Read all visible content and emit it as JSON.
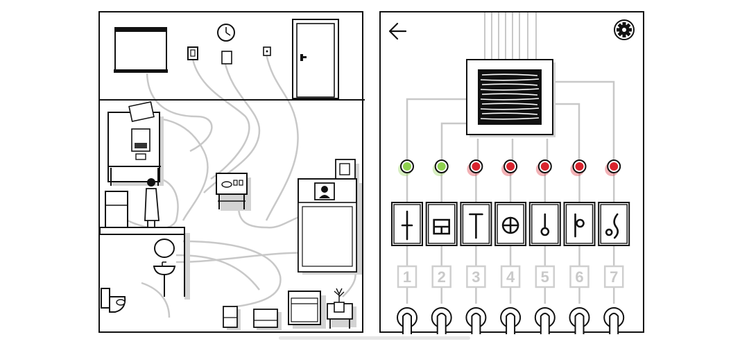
{
  "colors": {
    "ink": "#111111",
    "wire": "#c8c8c8",
    "shadow": "#d0d0d0",
    "led_green": "#8fd14f",
    "led_red": "#d9232d",
    "number_box": "#cfcfcf"
  },
  "left_room": {
    "icons": [
      "window-icon",
      "clock-icon",
      "light-switch-icon",
      "paper-note-icon",
      "outlet-icon",
      "door-icon",
      "kitchen-stove-icon",
      "fridge-icon",
      "person-icon",
      "table-icon",
      "bed-icon",
      "tv-icon",
      "mirror-icon",
      "sink-icon",
      "toilet-icon",
      "trash-bin-icon",
      "box-icon",
      "dresser-icon",
      "plant-icon"
    ]
  },
  "control_panel": {
    "back_icon": "arrow-left-icon",
    "settings_icon": "gear-icon",
    "display_icon": "static-screen-icon",
    "switches": [
      {
        "number": "1",
        "symbol": "dagger-symbol",
        "led": "green"
      },
      {
        "number": "2",
        "symbol": "window-grid-symbol",
        "led": "green"
      },
      {
        "number": "3",
        "symbol": "t-bar-symbol",
        "led": "red"
      },
      {
        "number": "4",
        "symbol": "circle-cross-symbol",
        "led": "red"
      },
      {
        "number": "5",
        "symbol": "lollipop-symbol",
        "led": "red"
      },
      {
        "number": "6",
        "symbol": "flag-symbol",
        "led": "red"
      },
      {
        "number": "7",
        "symbol": "squiggle-symbol",
        "led": "red"
      }
    ]
  }
}
